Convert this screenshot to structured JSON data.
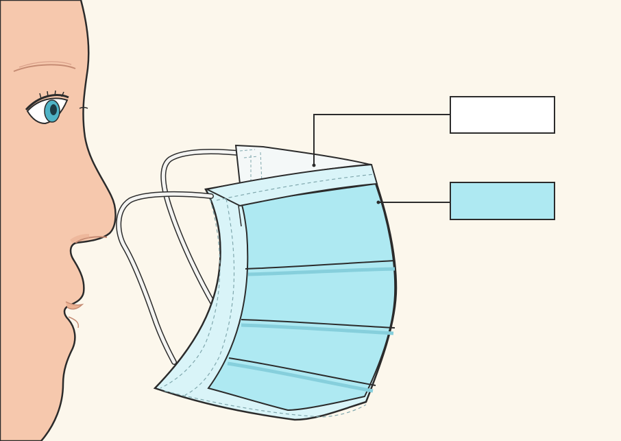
{
  "diagram": {
    "labels": [
      {
        "id": "outer-side-label",
        "text": "",
        "color": "#ffffff"
      },
      {
        "id": "inner-side-label",
        "text": "",
        "color": "#aee9f2"
      }
    ],
    "colors": {
      "background": "#fcf7ec",
      "skin": "#f6c8ad",
      "skin_shadow": "#ecb293",
      "mask_fill": "#aee9f2",
      "mask_edge": "#d9f4f8",
      "outline": "#2b2b2b",
      "ear_loop": "#f4f4f2",
      "eye_iris": "#4fb3c6"
    },
    "icons": [
      "face-profile",
      "surgical-mask",
      "ear-loop"
    ]
  }
}
